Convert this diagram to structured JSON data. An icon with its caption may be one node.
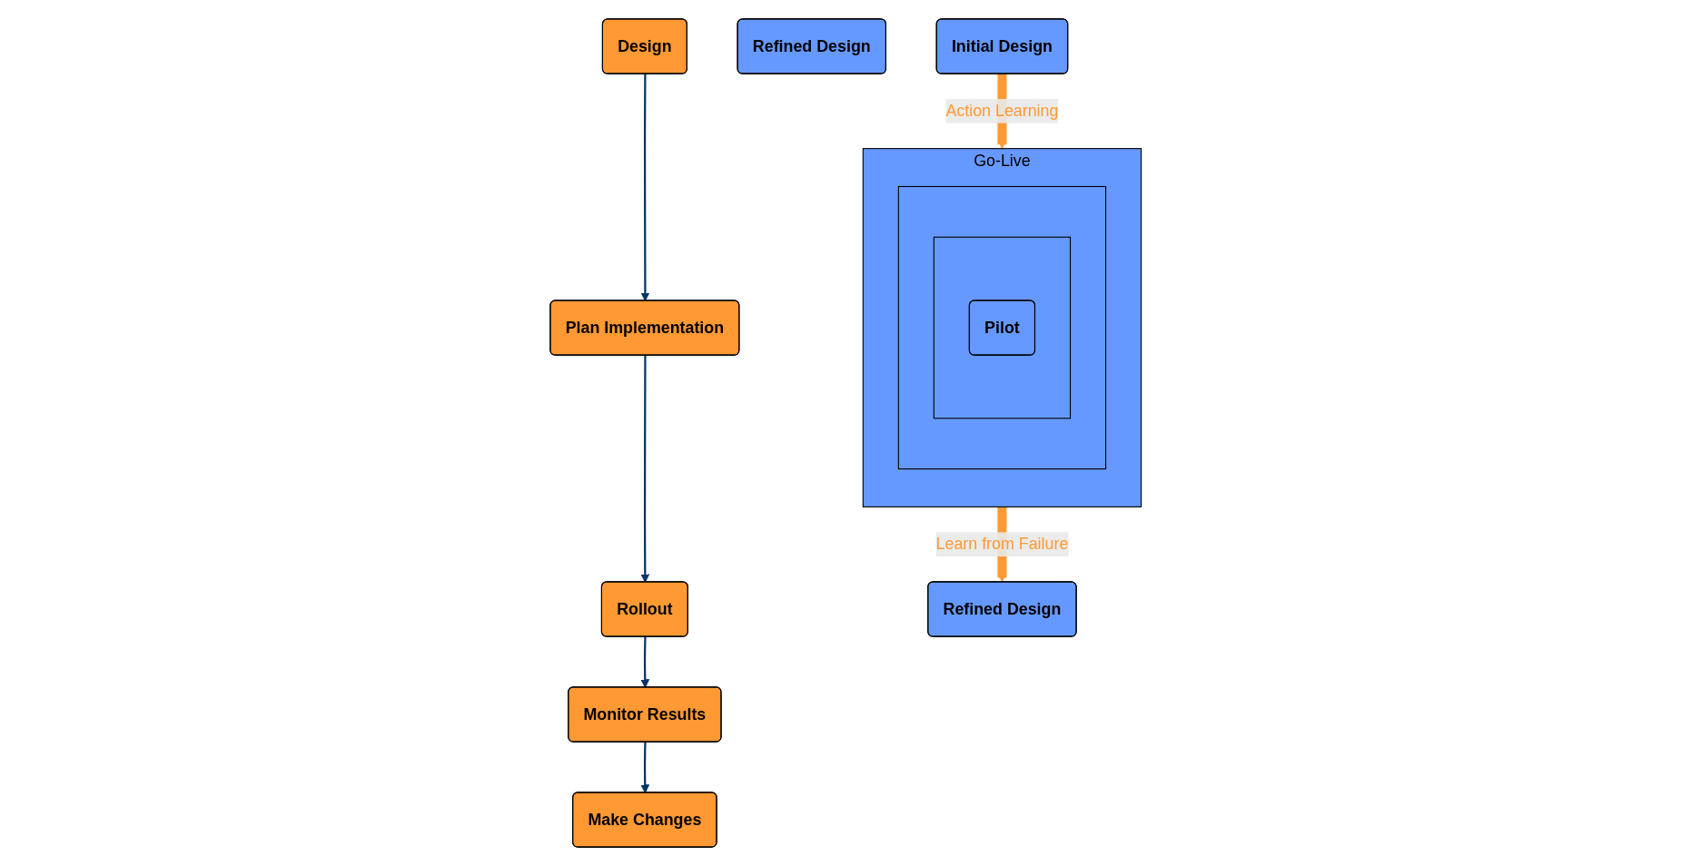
{
  "diagram": {
    "nodes": [
      {
        "text": [
          "Design"
        ]
      },
      {
        "text": [
          "Plan Implementation"
        ]
      },
      {
        "text": [
          "Rollout"
        ]
      },
      {
        "text": [
          "Monitor Results"
        ]
      },
      {
        "text": [
          "Make Changes"
        ]
      },
      {
        "text": [
          "Refined Design"
        ]
      },
      {
        "text": [
          "Refined Design"
        ]
      },
      {
        "text": [
          "Initial Design"
        ]
      },
      {
        "text": [
          "Go-Live"
        ]
      },
      {
        "text": [],
        "shape": "box",
        "in": 8
      },
      {
        "text": [],
        "shape": "box",
        "in": 9
      },
      {
        "text": [
          "Pilot"
        ],
        "in": 10
      }
    ],
    "edges": [
      {
        "from": 0,
        "to": 1,
        "arrow": "to"
      },
      {
        "from": 1,
        "to": 2,
        "arrow": "to"
      },
      {
        "from": 2,
        "to": 3,
        "arrow": "to"
      },
      {
        "from": 3,
        "to": 4,
        "arrow": "to"
      },
      {
        "from": 7,
        "to": 8,
        "arrow": "to",
        "label": "Action Learning",
        "style": "thick",
        "color": "#ff9933"
      },
      {
        "from": 8,
        "to": 5,
        "arrow": "to",
        "label": "Learn from Failure",
        "style": "thick",
        "color": "#ff9933"
      }
    ]
  }
}
